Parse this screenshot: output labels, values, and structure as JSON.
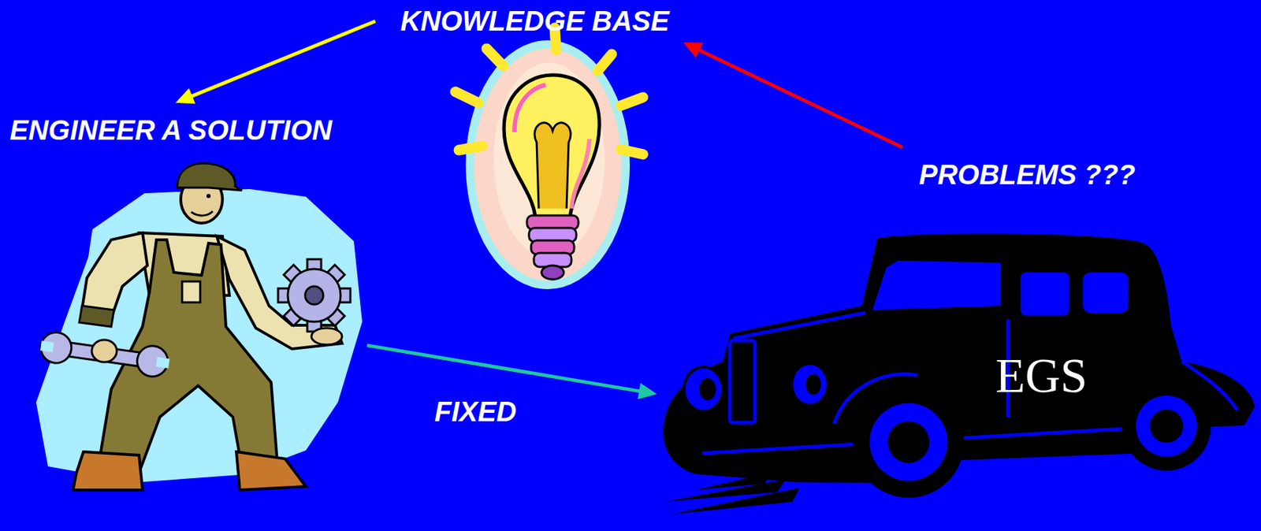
{
  "diagram": {
    "nodes": [
      {
        "text": [
          "KNOWLEDGE BASE"
        ]
      },
      {
        "text": [
          "ENGINEER A SOLUTION"
        ]
      },
      {
        "text": [
          "PROBLEMS ???"
        ]
      },
      {
        "text": [
          "EGS"
        ]
      }
    ],
    "edges": [
      {
        "from": 0,
        "to": 1,
        "arrow": "to"
      },
      {
        "from": 2,
        "to": 0,
        "arrow": "to"
      },
      {
        "from": 1,
        "to": 3,
        "label": "FIXED",
        "arrow": "to"
      }
    ]
  }
}
